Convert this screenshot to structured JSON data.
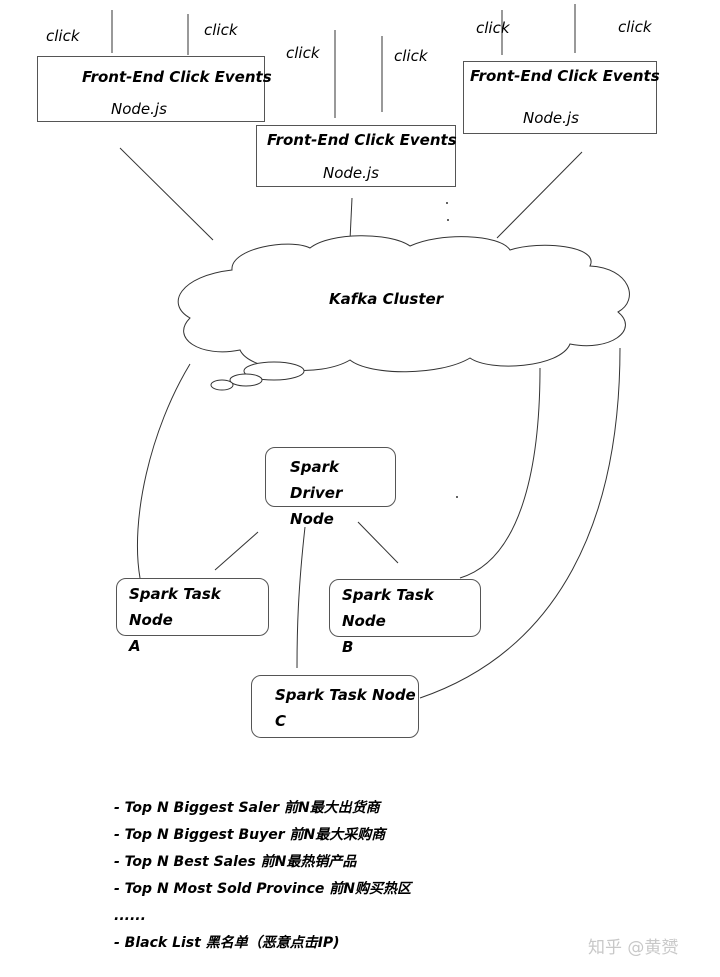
{
  "click_label": "click",
  "frontend": {
    "title": "Front-End Click Events",
    "subtitle": "Node.js"
  },
  "kafka_label": "Kafka Cluster",
  "spark_driver": {
    "line1": "Spark Driver",
    "line2": "Node"
  },
  "spark_task_a": {
    "line1": "Spark Task Node",
    "line2": "A"
  },
  "spark_task_b": {
    "line1": "Spark Task Node",
    "line2": "B"
  },
  "spark_task_c": {
    "line1": "Spark Task Node",
    "line2": "C"
  },
  "list_items": [
    "- Top N Biggest Saler 前N最大出货商",
    "- Top N Biggest Buyer 前N最大采购商",
    "- Top N Best Sales 前N最热销产品",
    "- Top N Most Sold Province 前N购买热区",
    "......",
    "- Black List 黑名单（恶意点击IP)"
  ],
  "watermark": "知乎 @黄赟"
}
